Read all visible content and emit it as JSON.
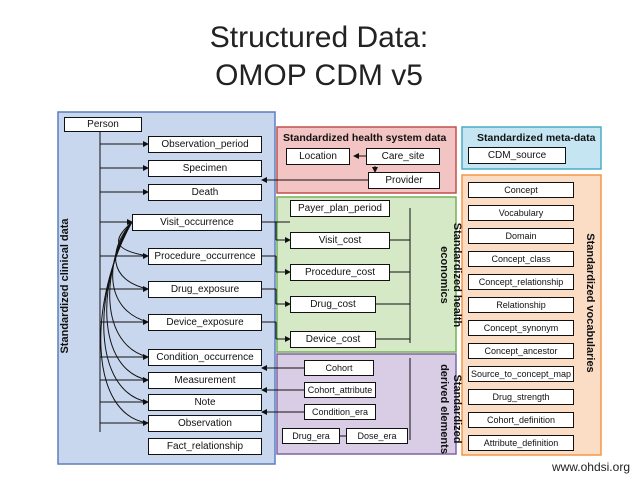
{
  "title": {
    "line1": "Structured Data:",
    "line2": "OMOP CDM v5"
  },
  "regions": {
    "clinical": {
      "label": "Standardized clinical data"
    },
    "health_system": {
      "label": "Standardized health system data"
    },
    "economics": {
      "label_line1": "Standardized health",
      "label_line2": "economics"
    },
    "derived": {
      "label_line1": "Standardized",
      "label_line2": "derived elements"
    },
    "meta": {
      "label": "Standardized meta-data"
    },
    "vocab": {
      "label": "Standardized vocabularies"
    }
  },
  "clinical_tables": {
    "person": "Person",
    "observation_period": "Observation_period",
    "specimen": "Specimen",
    "death": "Death",
    "visit_occurrence": "Visit_occurrence",
    "procedure_occurrence": "Procedure_occurrence",
    "drug_exposure": "Drug_exposure",
    "device_exposure": "Device_exposure",
    "condition_occurrence": "Condition_occurrence",
    "measurement": "Measurement",
    "note": "Note",
    "observation": "Observation",
    "fact_relationship": "Fact_relationship"
  },
  "health_system_tables": {
    "location": "Location",
    "care_site": "Care_site",
    "provider": "Provider"
  },
  "economics_tables": {
    "payer_plan_period": "Payer_plan_period",
    "visit_cost": "Visit_cost",
    "procedure_cost": "Procedure_cost",
    "drug_cost": "Drug_cost",
    "device_cost": "Device_cost"
  },
  "derived_tables": {
    "cohort": "Cohort",
    "cohort_attribute": "Cohort_attribute",
    "condition_era": "Condition_era",
    "drug_era": "Drug_era",
    "dose_era": "Dose_era"
  },
  "meta_tables": {
    "cdm_source": "CDM_source"
  },
  "vocab_tables": [
    "Concept",
    "Vocabulary",
    "Domain",
    "Concept_class",
    "Concept_relationship",
    "Relationship",
    "Concept_synonym",
    "Concept_ancestor",
    "Source_to_concept_map",
    "Drug_strength",
    "Cohort_definition",
    "Attribute_definition"
  ],
  "colors": {
    "clinical_fill": "#c9d7ee",
    "clinical_border": "#5b7fbf",
    "health_fill": "#f2c4c4",
    "health_border": "#c0504d",
    "economics_fill": "#d6e9c6",
    "economics_border": "#77b055",
    "derived_fill": "#d9cde6",
    "derived_border": "#8064a2",
    "meta_fill": "#c5e5f3",
    "meta_border": "#4bacc6",
    "vocab_fill": "#fbdcc4",
    "vocab_border": "#f79646"
  },
  "footer": "www.ohdsi.org"
}
